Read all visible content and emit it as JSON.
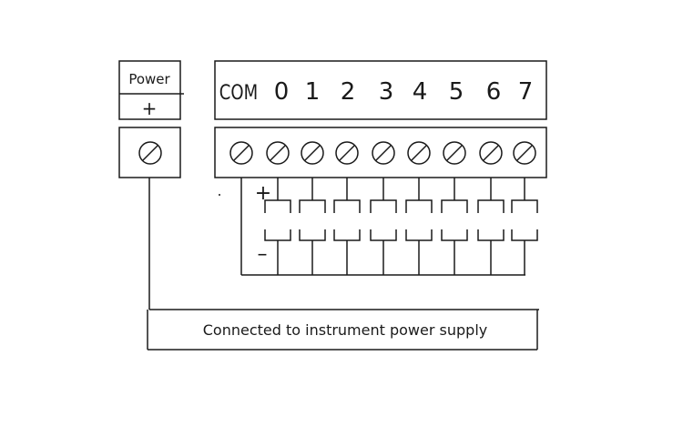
{
  "power_block": {
    "label": "Power",
    "sign": "+"
  },
  "terminal_block": {
    "labels": [
      "COM",
      "0",
      "1",
      "2",
      "3",
      "4",
      "5",
      "6",
      "7"
    ]
  },
  "polarity": {
    "plus": "+",
    "minus": "–"
  },
  "supply_note": {
    "text": "Connected to instrument power supply"
  },
  "colors": {
    "line": "#1a1a1a",
    "background": "#ffffff"
  }
}
